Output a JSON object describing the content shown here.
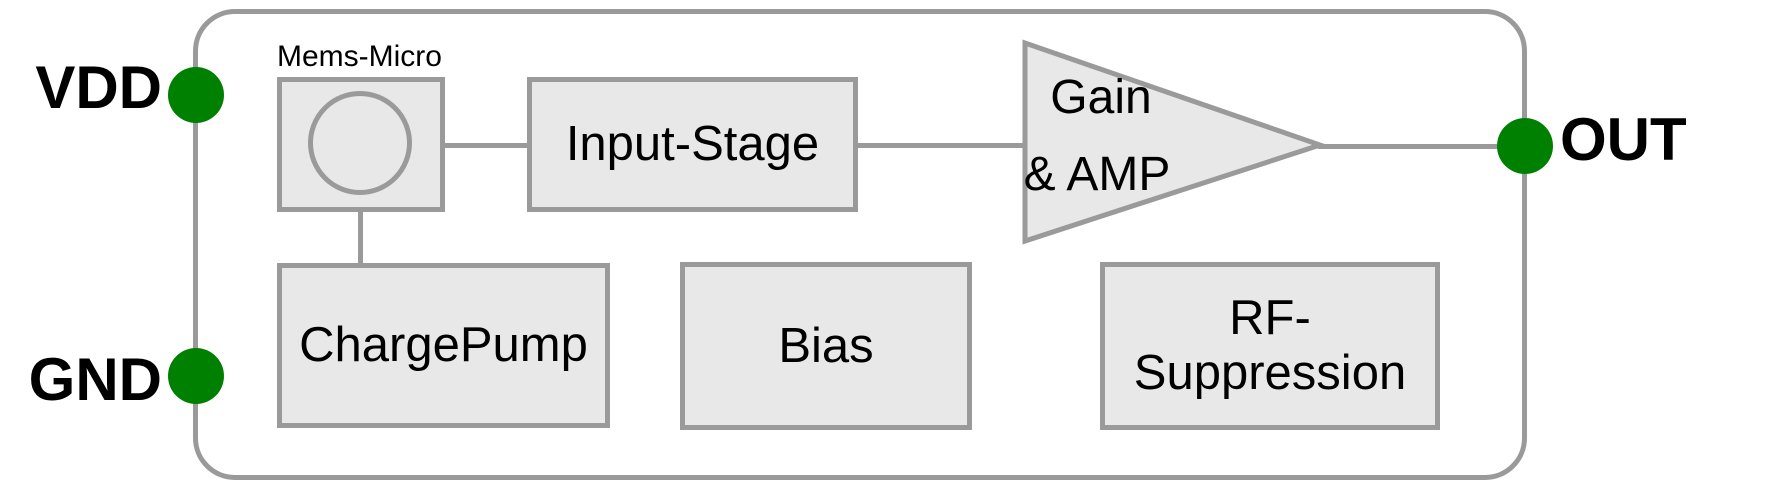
{
  "diagram": {
    "kind": "block-diagram"
  },
  "pins": {
    "vdd": {
      "label": "VDD"
    },
    "gnd": {
      "label": "GND"
    },
    "out": {
      "label": "OUT"
    }
  },
  "blocks": {
    "mems_micro": {
      "label": "Mems-Micro"
    },
    "input_stage": {
      "label": "Input-Stage"
    },
    "amplifier": {
      "line1": "Gain",
      "line2": "& AMP"
    },
    "charge_pump": {
      "label": "ChargePump"
    },
    "bias": {
      "label": "Bias"
    },
    "rf_suppression": {
      "line1": "RF-",
      "line2": "Suppression"
    }
  },
  "connections": [
    {
      "from": "Mems-Micro",
      "to": "Input-Stage"
    },
    {
      "from": "Input-Stage",
      "to": "Gain & AMP"
    },
    {
      "from": "Gain & AMP",
      "to": "OUT"
    },
    {
      "from": "Mems-Micro",
      "to": "ChargePump"
    }
  ],
  "colors": {
    "pin_fill": "#008000",
    "block_fill": "#e8e8e8",
    "line": "#9a9a9a",
    "text": "#000000",
    "background": "#ffffff"
  }
}
